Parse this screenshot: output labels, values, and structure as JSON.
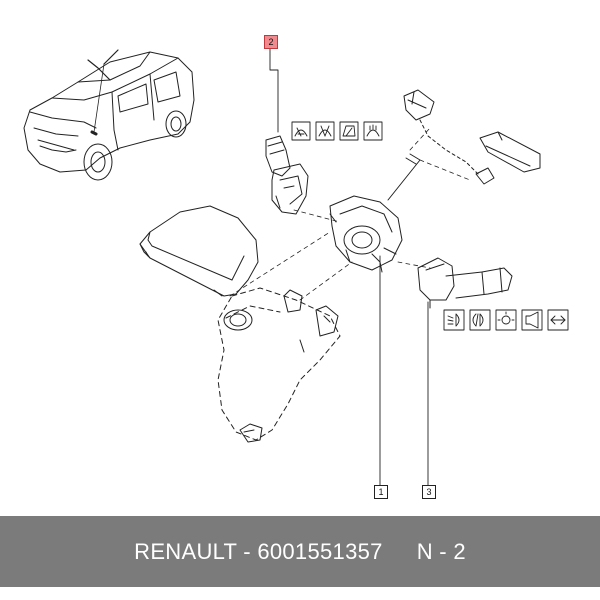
{
  "callouts": {
    "item_1": "1",
    "item_2": "2",
    "item_3": "3"
  },
  "footer": {
    "part_label": "RENAULT - 6001551357",
    "page_label": "N - 2"
  },
  "icons": {
    "wiper_switch": [
      "front-wiper-icon",
      "rear-wiper-icon",
      "windscreen-wiper-icon",
      "washer-icon"
    ],
    "light_switch": [
      "low-beam-icon",
      "fog-light-icon",
      "side-light-icon",
      "horn-icon",
      "indicator-icon"
    ]
  },
  "colors": {
    "highlight": "#f08a8f",
    "footer_bg": "#7b7b7b"
  }
}
